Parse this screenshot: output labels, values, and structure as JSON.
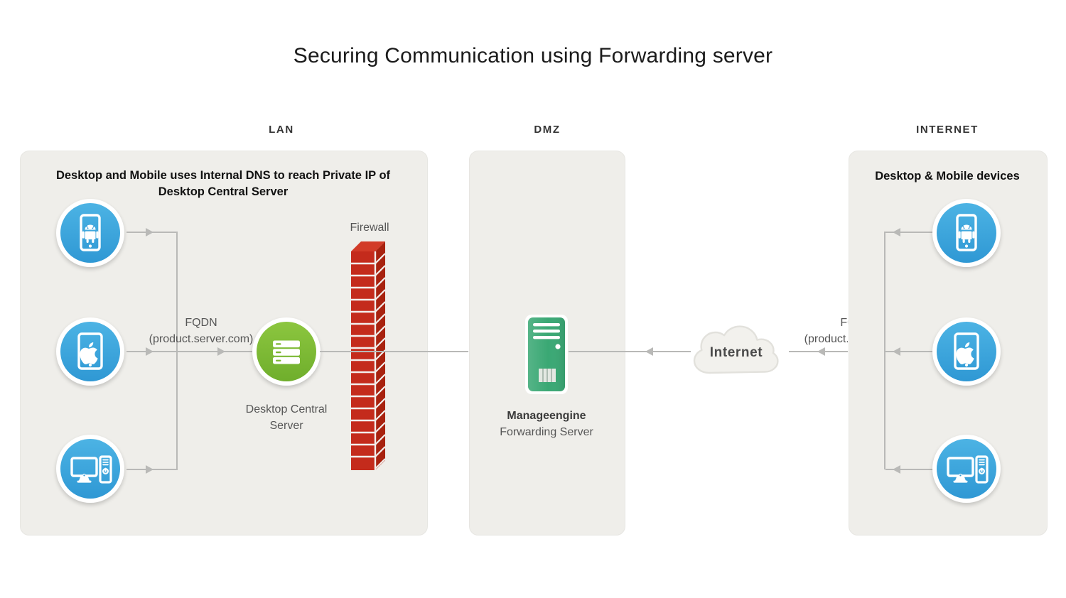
{
  "title": "Securing Communication using Forwarding server",
  "zones": [
    {
      "key": "lan",
      "label": "LAN"
    },
    {
      "key": "dmz",
      "label": "DMZ"
    },
    {
      "key": "internet",
      "label": "INTERNET"
    }
  ],
  "lan_panel": {
    "heading_line1": "Desktop and Mobile uses Internal DNS to reach Private IP of",
    "heading_line2": "Desktop Central Server",
    "fqdn_line1": "FQDN",
    "fqdn_line2": "(product.server.com)",
    "server_label_line1": "Desktop Central",
    "server_label_line2": "Server",
    "firewall_label": "Firewall",
    "devices": [
      {
        "name": "android-phone",
        "icon": "android-phone-icon"
      },
      {
        "name": "apple-tablet",
        "icon": "apple-tablet-icon"
      },
      {
        "name": "desktop-pc",
        "icon": "desktop-computer-icon"
      }
    ]
  },
  "dmz_panel": {
    "server_label_line1": "Manageengine",
    "server_label_line2": "Forwarding Server",
    "server_icon": "tower-server-icon"
  },
  "internet_zone": {
    "cloud_label": "Internet",
    "cloud_icon": "cloud-icon",
    "fqdn_line1": "FQDN",
    "fqdn_line2": "(product.server.com)"
  },
  "internet_panel": {
    "heading": "Desktop & Mobile devices",
    "devices": [
      {
        "name": "android-phone",
        "icon": "android-phone-icon"
      },
      {
        "name": "apple-tablet",
        "icon": "apple-tablet-icon"
      },
      {
        "name": "desktop-pc",
        "icon": "desktop-computer-icon"
      }
    ]
  },
  "colors": {
    "panel_bg": "#efeeea",
    "device_blue": "#2f98d4",
    "server_green": "#8cc63f",
    "tower_green": "#3aa874",
    "firewall_red": "#c42b1c",
    "wire_gray": "#b9b9b7",
    "page_bg": "#ffffff"
  }
}
